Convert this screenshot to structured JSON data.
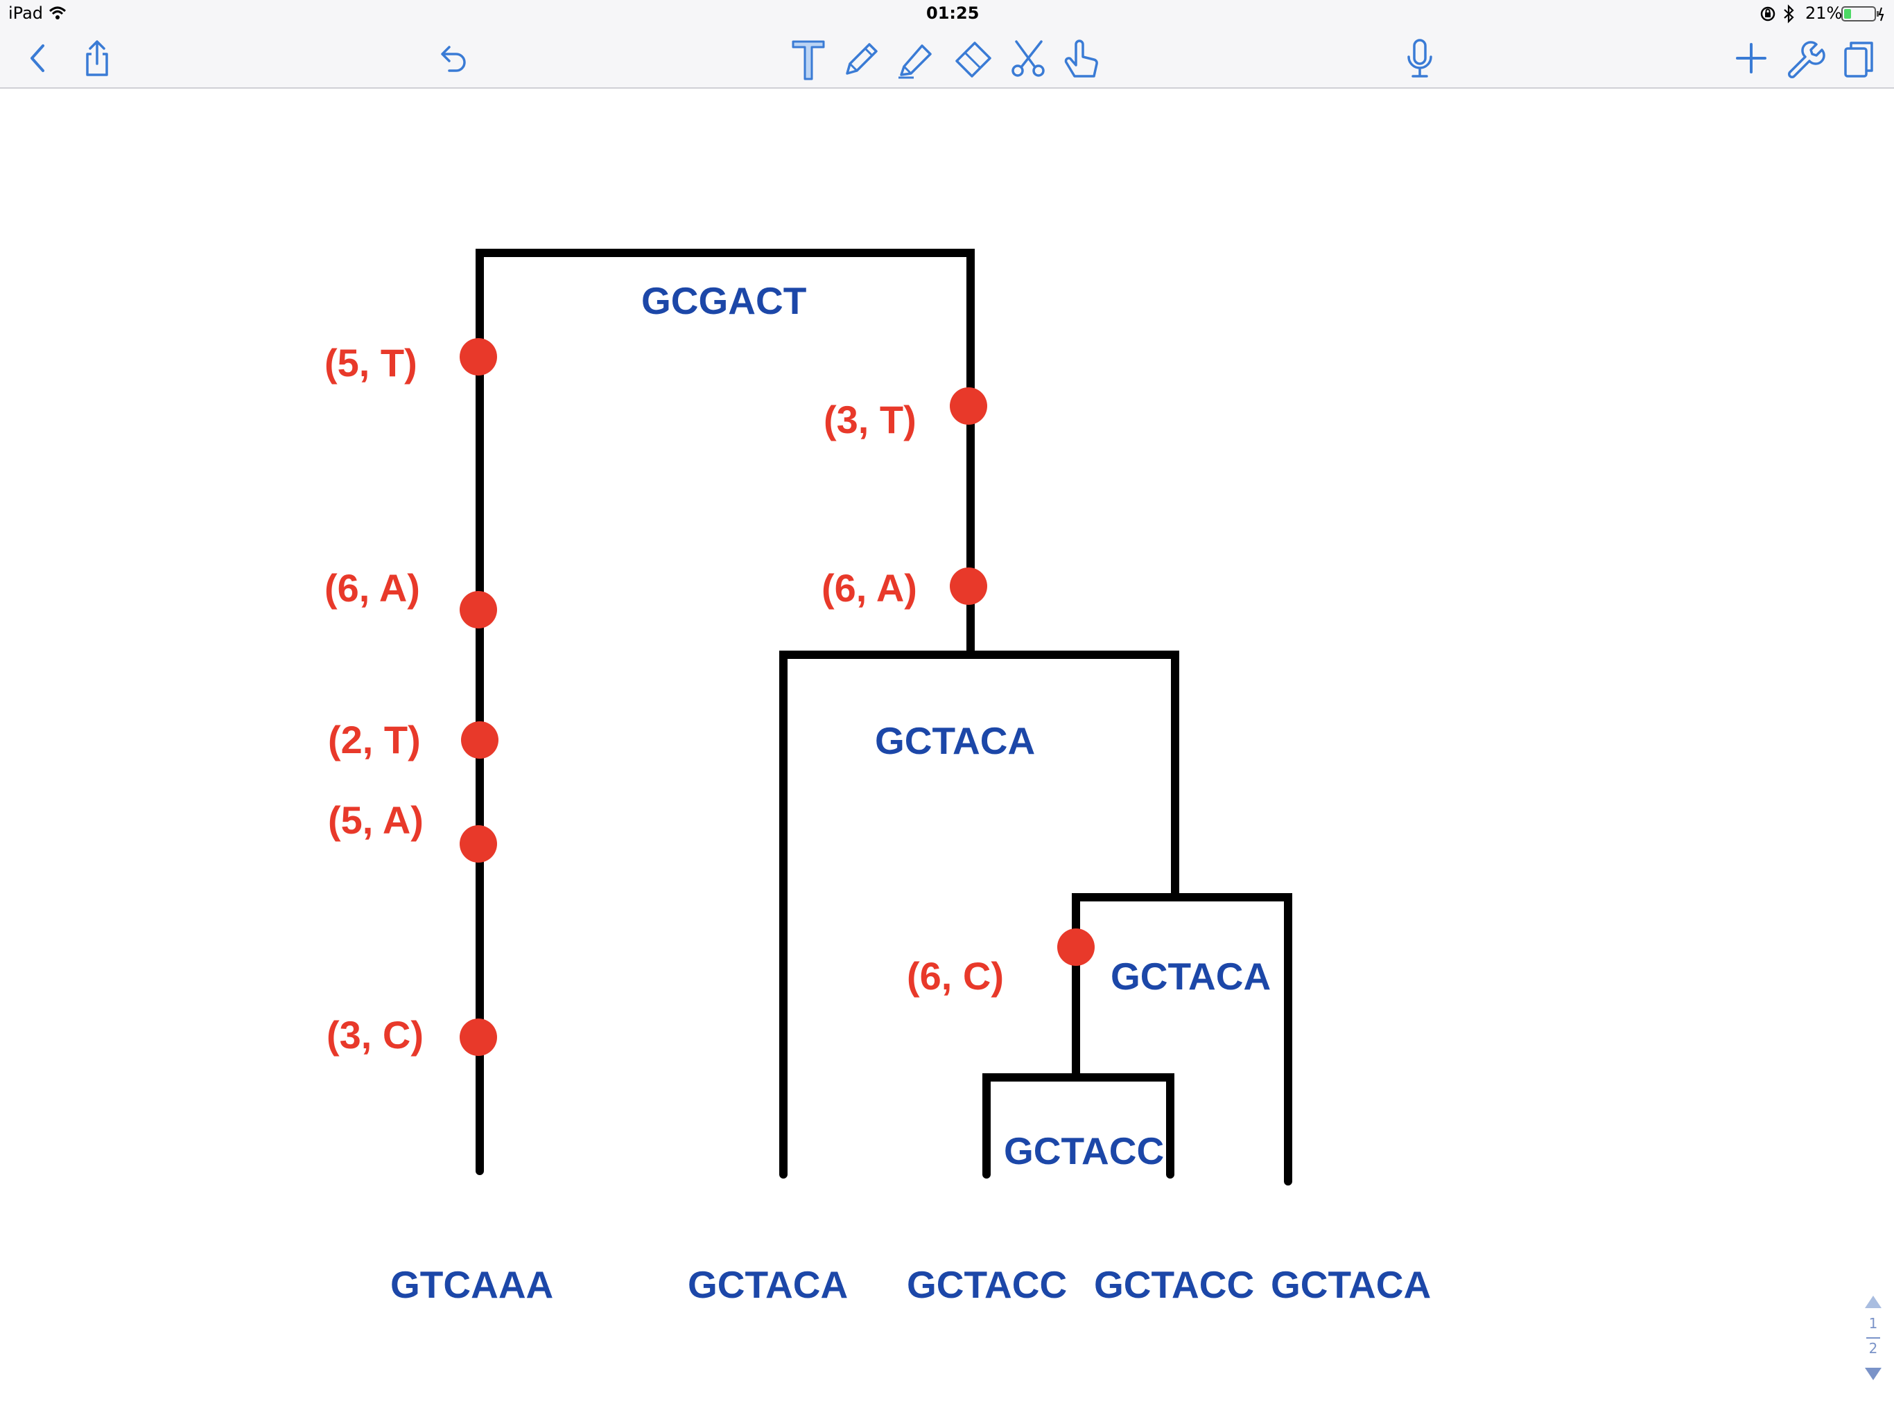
{
  "status_bar": {
    "device": "iPad",
    "time": "01:25",
    "battery": "21%"
  },
  "toolbar": {
    "icons": [
      "back-icon",
      "share-icon",
      "undo-icon",
      "text-tool-icon",
      "pen-tool-icon",
      "highlighter-icon",
      "eraser-icon",
      "scissors-icon",
      "hand-pointer-icon",
      "microphone-icon",
      "add-icon",
      "wrench-icon",
      "pages-icon"
    ],
    "accent_color": "#3a7bd5"
  },
  "diagram": {
    "node_color": "#1c47a8",
    "mutation_color": "#e8392a",
    "line_color": "#000000",
    "internal_nodes": {
      "root": "GCGACT",
      "right_clade": "GCTACA",
      "inner_clade": "GCTACA",
      "bottom_clade": "GCTACC"
    },
    "leaves": [
      "GTCAAA",
      "GCTACA",
      "GCTACC",
      "GCTACC",
      "GCTACA"
    ],
    "mutations": {
      "left_1": "(5,  T)",
      "left_2": "(6,  A)",
      "left_3": "(2,  T)",
      "left_4": "(5,  A)",
      "left_5": "(3,  C)",
      "right_1": "(3,  T)",
      "right_2": "(6,  A)",
      "inner_1": "(6,  C)"
    }
  },
  "pager": {
    "current": "1",
    "total": "2"
  }
}
